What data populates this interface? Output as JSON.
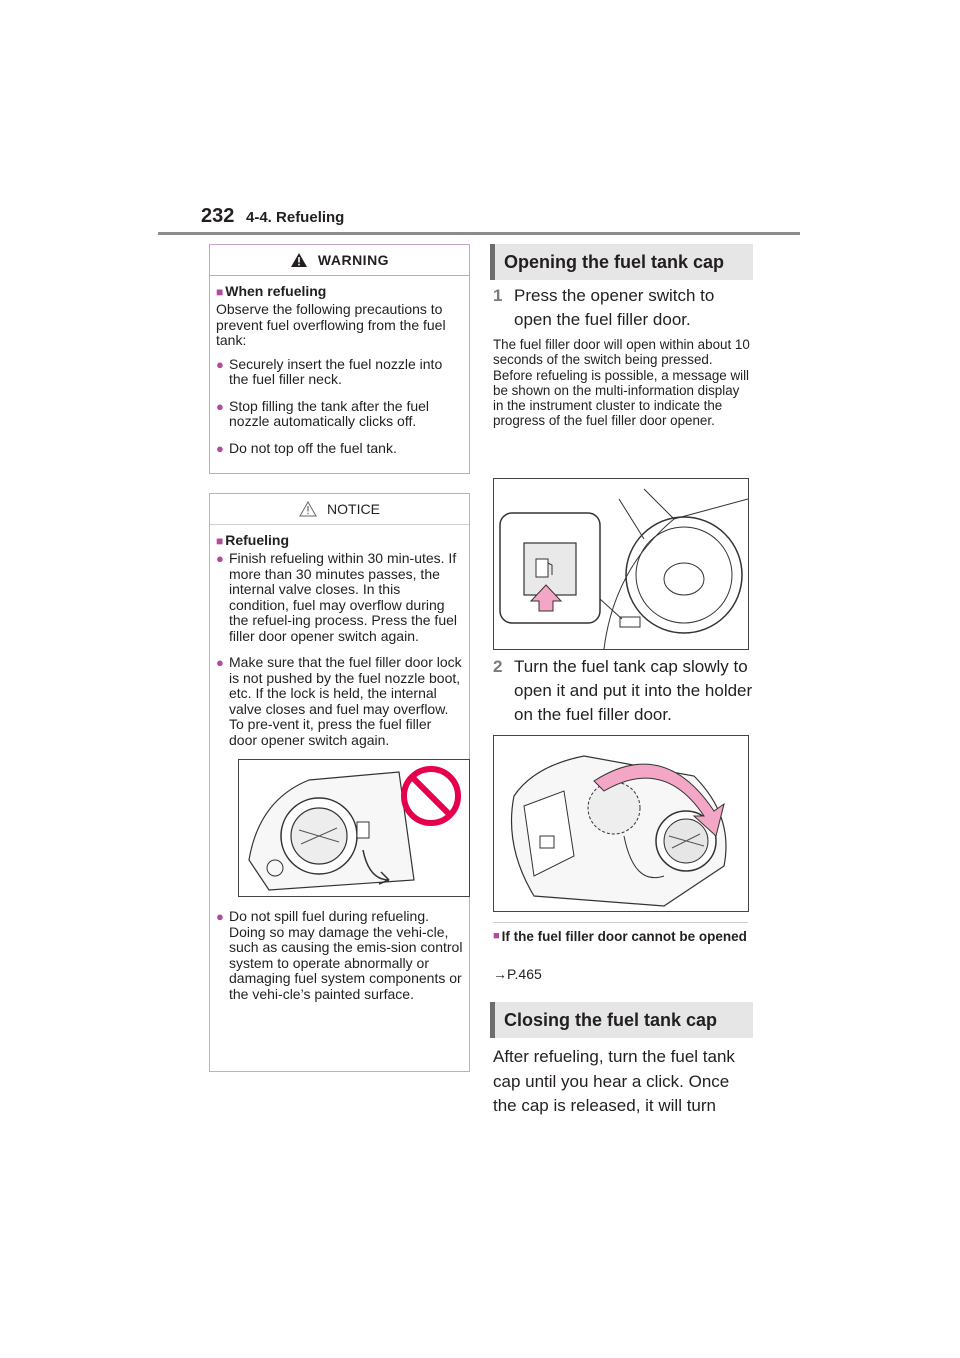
{
  "header": {
    "page_number": "232",
    "section_title": "4-4. Refueling"
  },
  "warning": {
    "label": "WARNING",
    "subheading": "When refueling",
    "intro": "Observe the following precautions to prevent fuel overflowing from the fuel tank:",
    "bullets": [
      "Securely insert the fuel nozzle into the fuel filler neck.",
      "Stop filling the tank after the fuel nozzle automatically clicks off.",
      "Do not top off the fuel tank."
    ]
  },
  "notice": {
    "label": "NOTICE",
    "subheading": "Refueling",
    "bullets": [
      "Finish refueling within 30 min-utes. If more than 30 minutes passes, the internal valve closes. In this condition, fuel may overflow during the refuel-ing process. Press the fuel filler door opener switch again.",
      "Make sure that the fuel filler door lock is not pushed by the fuel nozzle boot, etc. If the lock is held, the internal valve closes and fuel may overflow. To pre-vent it, press the fuel filler door opener switch again.",
      "Do not spill fuel during refueling. Doing so may damage the vehi-cle, such as causing the emis-sion control system to operate abnormally or damaging fuel system components or the vehi-cle’s painted surface."
    ]
  },
  "opening": {
    "heading": "Opening the fuel tank cap",
    "step1_number": "1",
    "step1_text": "Press the opener switch to open the fuel filler door.",
    "step1_note": "The fuel filler door will open within about 10 seconds of the switch being pressed. Before refueling is possible, a message will be shown on the multi-information display in the instrument cluster to indicate the progress of the fuel filler door opener.",
    "step2_number": "2",
    "step2_text": "Turn the fuel tank cap slowly to open it and put it into the holder on the fuel filler door.",
    "sub_heading": "If the fuel filler door cannot be opened",
    "reference": "→P.465"
  },
  "closing": {
    "heading": "Closing the fuel tank cap",
    "text": "After refueling, turn the fuel tank cap until you hear a click. Once the cap is released, it will turn"
  },
  "colors": {
    "accent": "#b24b9a",
    "warning_border": "#c9a2cc",
    "tab_bg": "#e6e6e6",
    "prohibit_red": "#e6004c",
    "arrow_pink": "#f3a6c6"
  }
}
